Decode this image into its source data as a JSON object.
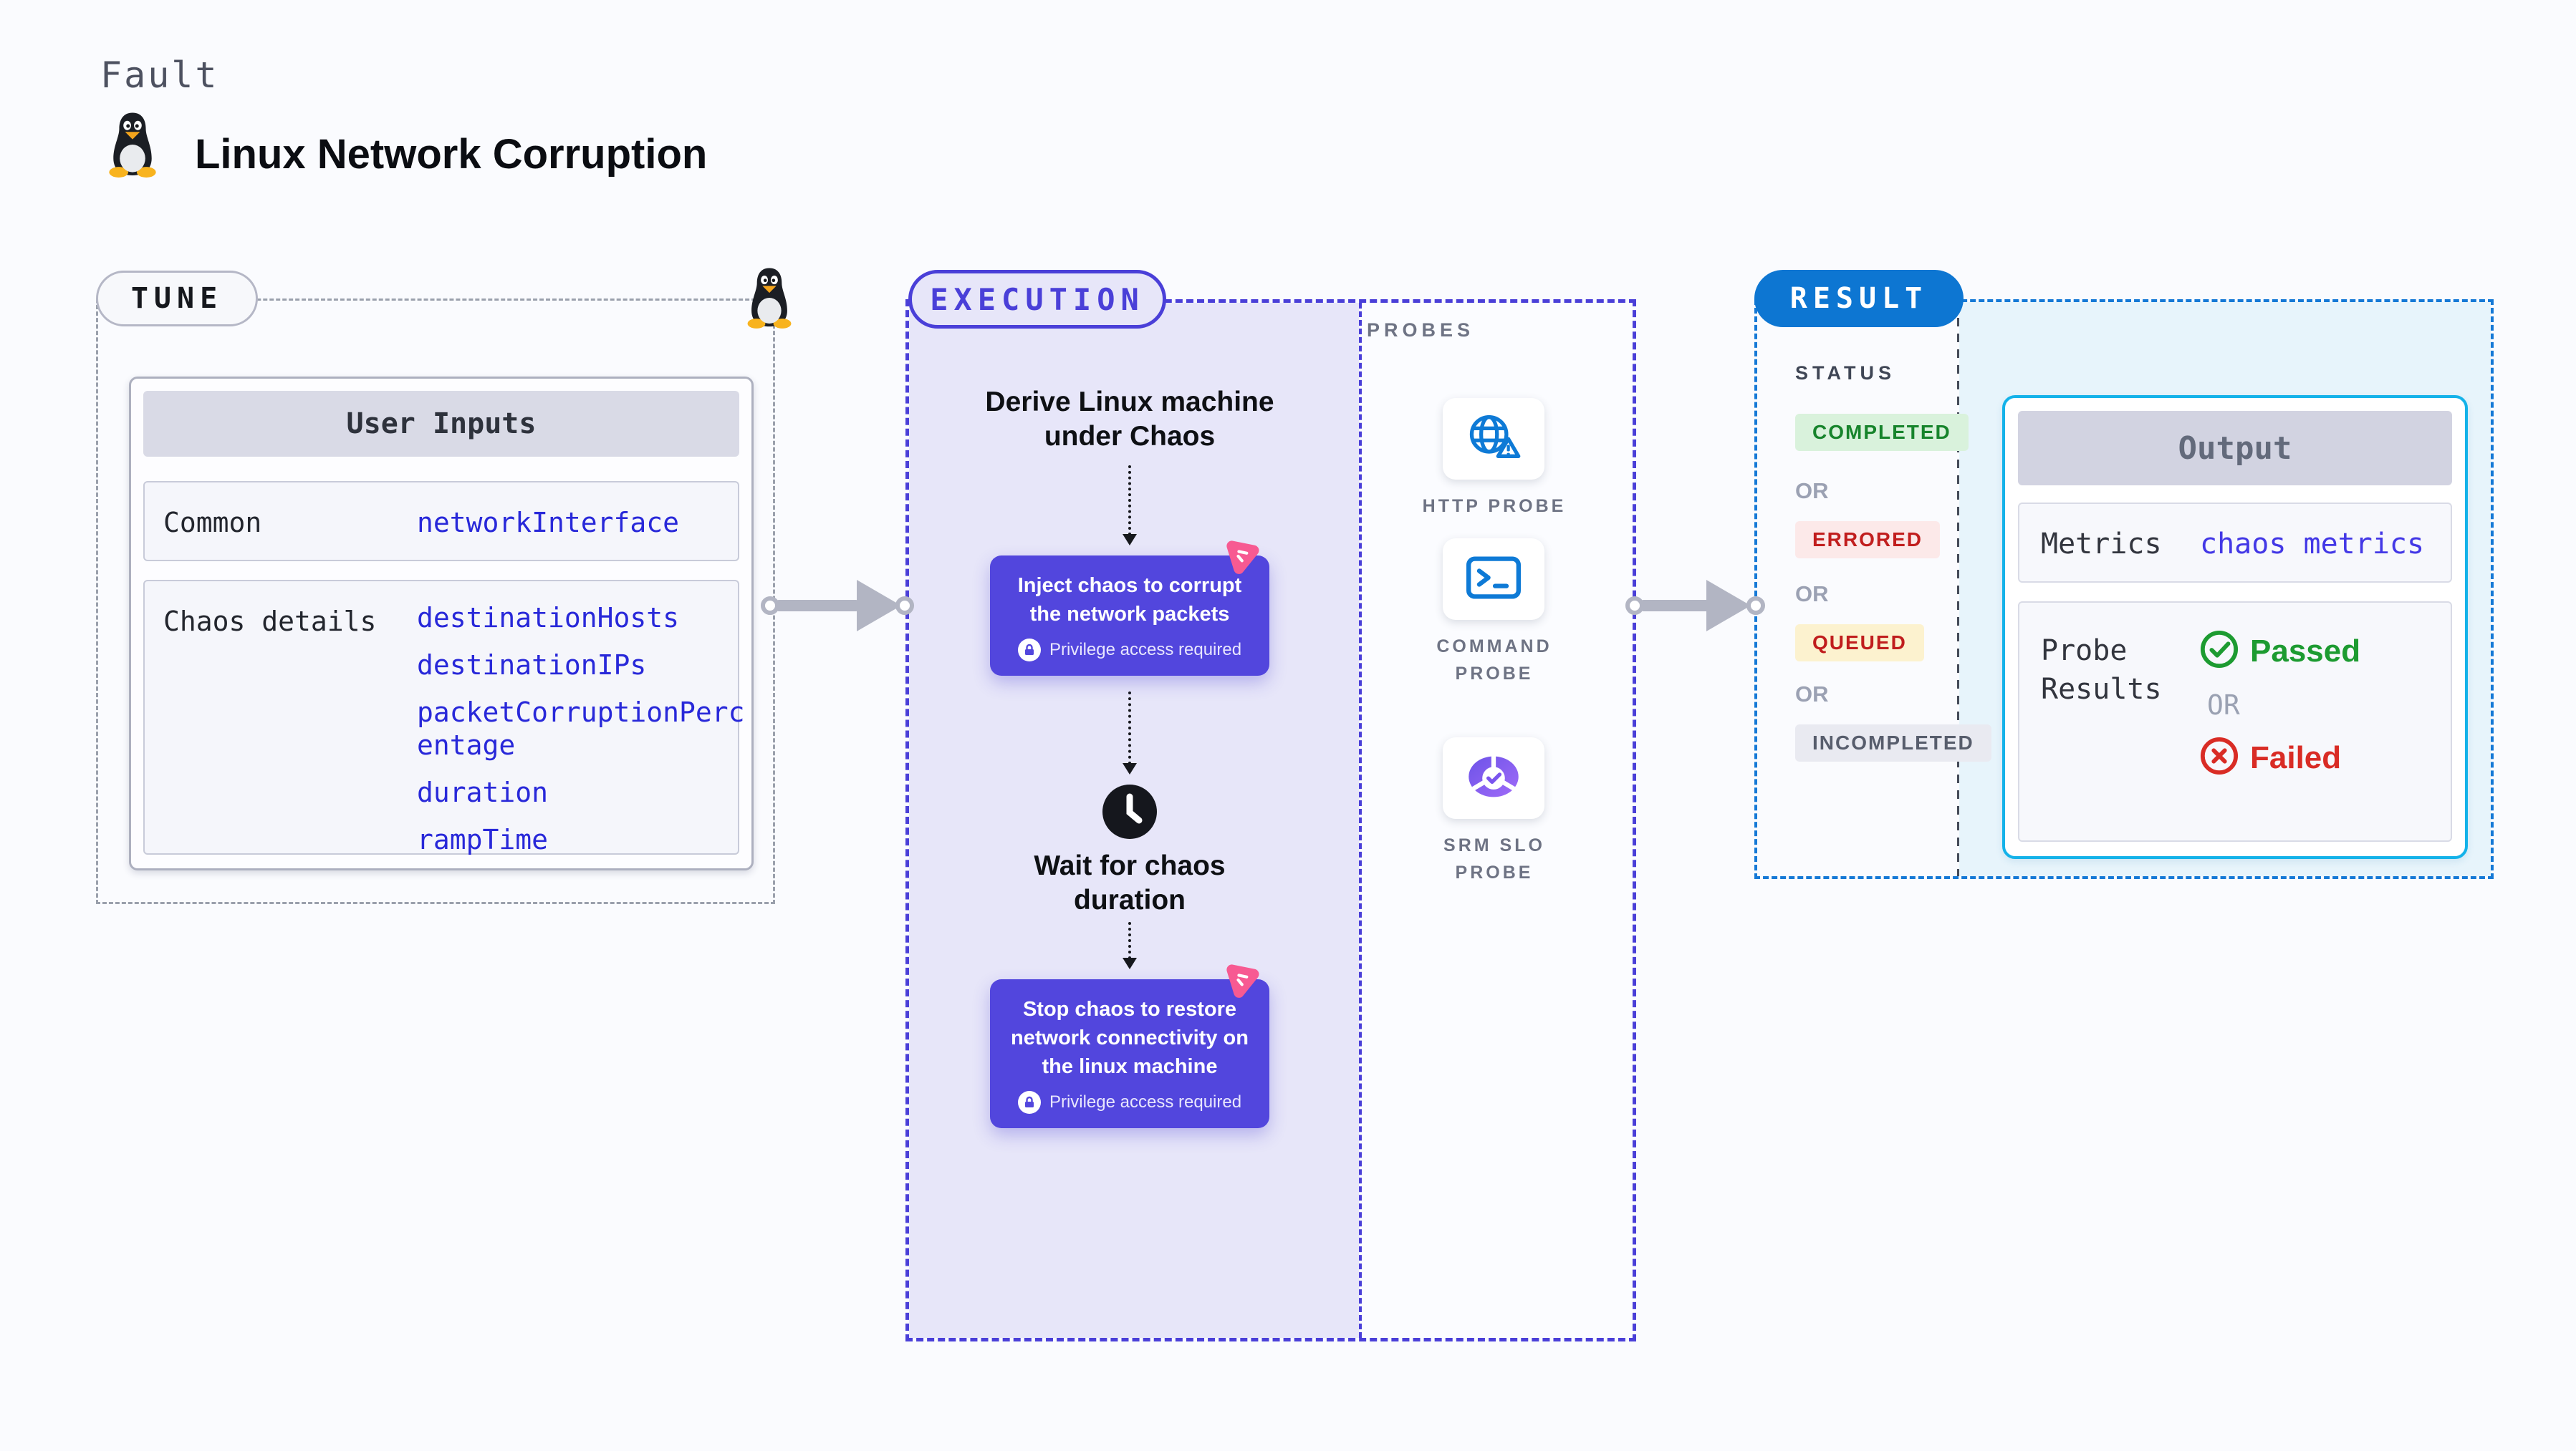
{
  "header": {
    "kicker": "Fault",
    "title": "Linux Network Corruption",
    "title_icon": "tux-linux-icon"
  },
  "tune": {
    "pill": "TUNE",
    "corner_icon": "tux-linux-icon",
    "table": {
      "header": "User Inputs",
      "rows": [
        {
          "label": "Common",
          "values": [
            "networkInterface"
          ]
        },
        {
          "label": "Chaos details",
          "values": [
            "destinationHosts",
            "destinationIPs",
            "packetCorruptionPercentage",
            "duration",
            "rampTime"
          ]
        }
      ]
    }
  },
  "execution": {
    "pill": "EXECUTION",
    "derive_step": "Derive Linux machine under Chaos",
    "inject_step": "Inject chaos to corrupt the network packets",
    "wait_step": "Wait for chaos duration",
    "stop_step": "Stop chaos to restore network connectivity on the linux machine",
    "privilege_note": "Privilege access required"
  },
  "probes": {
    "label": "PROBES",
    "items": [
      {
        "label": "HTTP PROBE",
        "icon": "globe-alert-icon"
      },
      {
        "label": "COMMAND PROBE",
        "icon": "terminal-icon"
      },
      {
        "label": "SRM SLO PROBE",
        "icon": "slo-donut-check-icon"
      }
    ]
  },
  "result": {
    "pill": "RESULT",
    "status": {
      "label": "STATUS",
      "or": "OR",
      "badges": [
        {
          "text": "COMPLETED",
          "bg": "#d9f2dc",
          "fg": "#17842c"
        },
        {
          "text": "ERRORED",
          "bg": "#fce9e9",
          "fg": "#c11e1e"
        },
        {
          "text": "QUEUED",
          "bg": "#fcf2cf",
          "fg": "#c01d1d"
        },
        {
          "text": "INCOMPLETED",
          "bg": "#e9eaf1",
          "fg": "#575d6c"
        }
      ]
    },
    "output": {
      "header": "Output",
      "rows": {
        "metrics_label": "Metrics",
        "metrics_value": "chaos metrics",
        "probe_label": "Probe Results",
        "passed": "Passed",
        "or": "OR",
        "failed": "Failed"
      }
    }
  },
  "palette": {
    "page_bg": "#fafbfe",
    "purple_card": "#5246dd",
    "purple_border": "#4a3fd8",
    "lavender": "#e7e6f9",
    "result_blue": "#0d76d2",
    "result_dash": "#1579d6",
    "cyan_border": "#14b2e9",
    "cyan_bg": "#e7f4fb",
    "pink_logo": "#f75a92",
    "green": "#1d9b31",
    "red": "#d92c25",
    "value_blue": "#2828d9",
    "metrics_violet": "#4338e6",
    "arrow_gray": "#b2b5c3",
    "tune_dash": "#9aa0ac"
  }
}
